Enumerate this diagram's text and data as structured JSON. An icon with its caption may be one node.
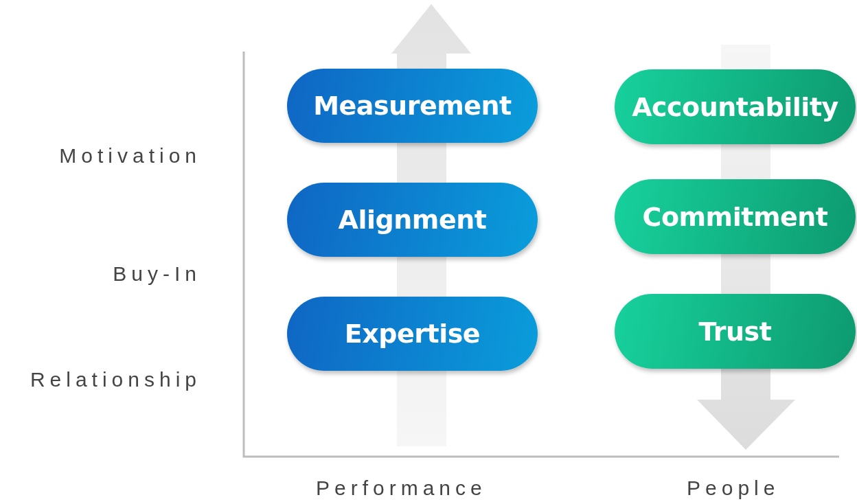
{
  "diagram": {
    "nodes": [
      {
        "text": [
          "Measurement"
        ]
      },
      {
        "text": [
          "Accountability"
        ]
      },
      {
        "text": [
          "Alignment"
        ]
      },
      {
        "text": [
          "Commitment"
        ]
      },
      {
        "text": [
          "Expertise"
        ]
      },
      {
        "text": [
          "Trust"
        ]
      }
    ],
    "labels": [
      "Motivation",
      "Buy-In",
      "Relationship",
      "Performance",
      "People"
    ]
  }
}
